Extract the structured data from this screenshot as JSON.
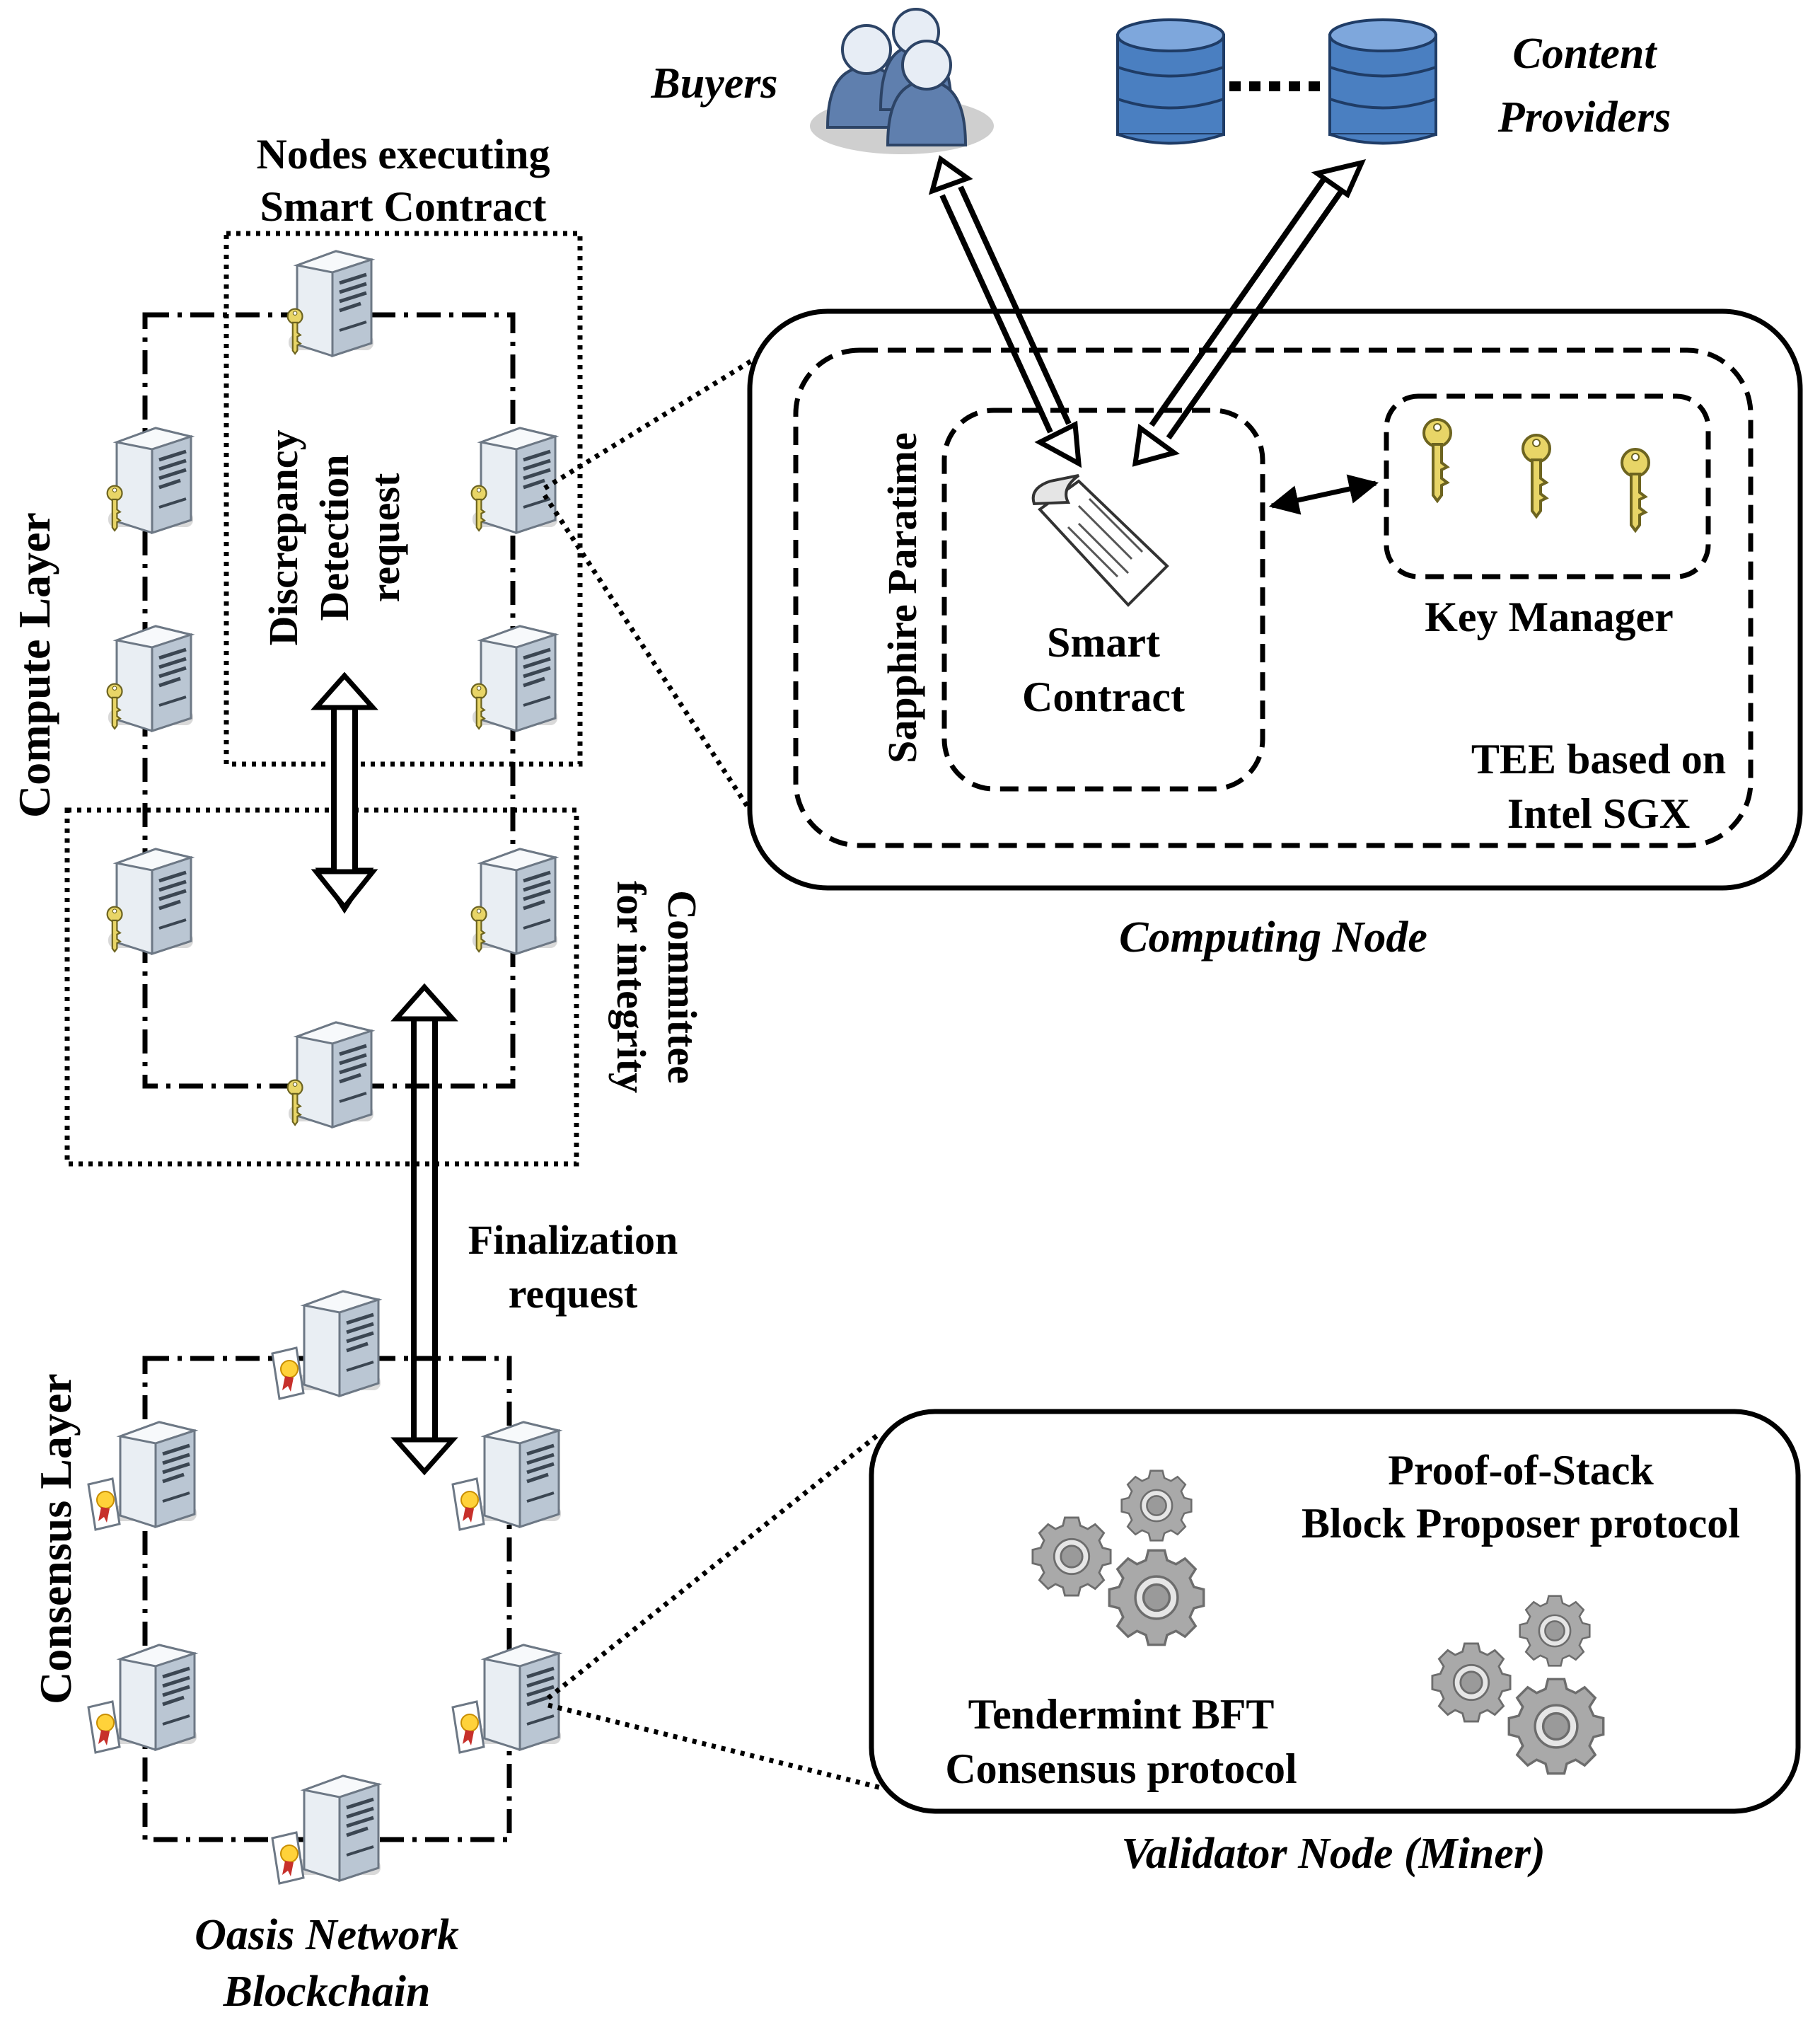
{
  "top": {
    "buyers": "Buyers",
    "content_providers": [
      "Content",
      "Providers"
    ]
  },
  "compute": {
    "layer_label": "Compute Layer",
    "nodes_executing": [
      "Nodes executing",
      "Smart Contract"
    ],
    "discrepancy": [
      "Discrepancy",
      "Detection",
      "request"
    ],
    "committee": [
      "Committee",
      "for integrity"
    ],
    "finalization": [
      "Finalization",
      "request"
    ]
  },
  "computing_node": {
    "caption": "Computing Node",
    "sapphire": "Sapphire Paratime",
    "smart_contract": [
      "Smart",
      "Contract"
    ],
    "key_manager": "Key Manager",
    "tee": [
      "TEE based on",
      "Intel SGX"
    ]
  },
  "consensus": {
    "layer_label": "Consensus Layer",
    "blockchain": [
      "Oasis Network",
      "Blockchain"
    ]
  },
  "validator_node": {
    "caption": "Validator Node (Miner)",
    "pos": [
      "Proof-of-Stack",
      "Block Proposer protocol"
    ],
    "bft": [
      "Tendermint BFT",
      "Consensus protocol"
    ]
  },
  "colors": {
    "server_body": "#d4dde6",
    "server_dark": "#8a97a6",
    "key_gold": "#e6d36a",
    "db_blue": "#4a7fc1",
    "gear_gray": "#a8a8a8",
    "user_blue": "#5f7fae"
  }
}
